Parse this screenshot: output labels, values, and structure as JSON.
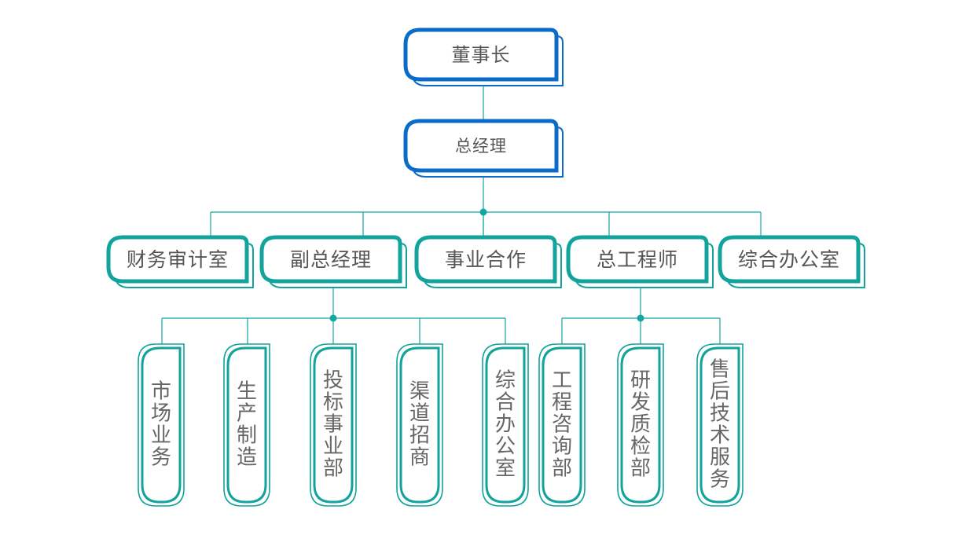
{
  "colors": {
    "blue": "#0a6bc9",
    "teal": "#12a39d",
    "line": "#14a6a0",
    "text": "#666666",
    "text_dark": "#555555"
  },
  "diagram": {
    "top": [
      {
        "id": "chairman",
        "label": "董事长"
      },
      {
        "id": "gm",
        "label": "总经理"
      }
    ],
    "departments": [
      {
        "id": "finance-audit",
        "label": "财务审计室"
      },
      {
        "id": "deputy-gm",
        "label": "副总经理"
      },
      {
        "id": "business-coop",
        "label": "事业合作"
      },
      {
        "id": "chief-engineer",
        "label": "总工程师"
      },
      {
        "id": "general-office",
        "label": "综合办公室"
      }
    ],
    "units": [
      {
        "id": "market",
        "label": "市场业务",
        "parent": "deputy-gm"
      },
      {
        "id": "production",
        "label": "生产制造",
        "parent": "deputy-gm"
      },
      {
        "id": "bidding",
        "label": "投标事业部",
        "parent": "deputy-gm"
      },
      {
        "id": "channel",
        "label": "渠道招商",
        "parent": "deputy-gm"
      },
      {
        "id": "office2",
        "label": "综合办公室",
        "parent": "deputy-gm"
      },
      {
        "id": "consulting",
        "label": "工程咨询部",
        "parent": "chief-engineer"
      },
      {
        "id": "rnd-qc",
        "label": "研发质检部",
        "parent": "chief-engineer"
      },
      {
        "id": "after-sales",
        "label": "售后技术服务",
        "parent": "chief-engineer"
      }
    ]
  }
}
